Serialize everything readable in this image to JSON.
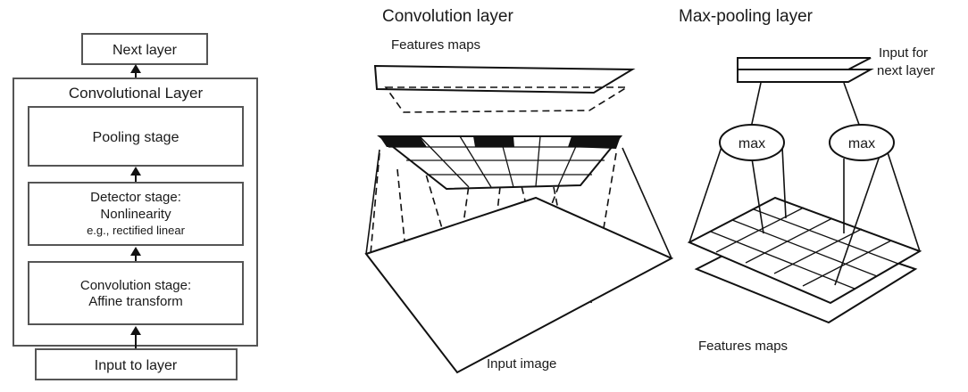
{
  "left_stack": {
    "next_layer": "Next layer",
    "container_title": "Convolutional Layer",
    "pooling_stage": "Pooling stage",
    "detector_stage": [
      "Detector stage:",
      "Nonlinearity",
      "e.g., rectified linear"
    ],
    "convolution_stage": [
      "Convolution stage:",
      "Affine transform"
    ],
    "input": "Input to layer"
  },
  "convolution": {
    "title": "Convolution layer",
    "features_label": "Features maps",
    "input_label": "Input image"
  },
  "pooling": {
    "title": "Max-pooling layer",
    "output_label": [
      "Input for",
      "next layer"
    ],
    "node_left": "max",
    "node_right": "max",
    "features_label": "Features maps"
  }
}
